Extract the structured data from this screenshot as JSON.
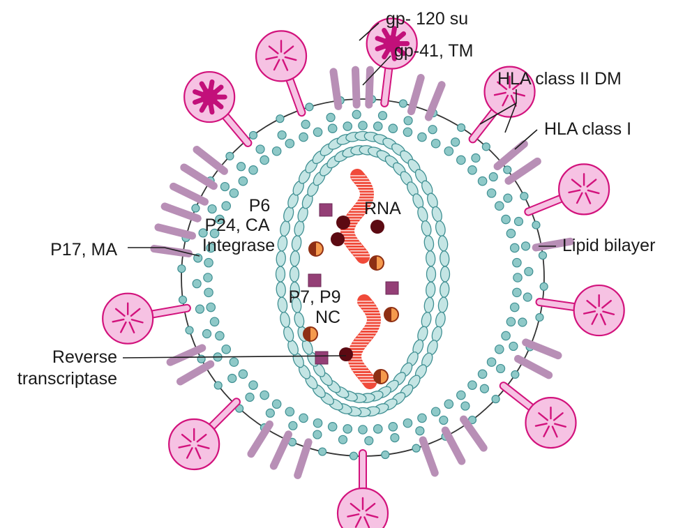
{
  "labels": {
    "gp120": "gp- 120 su",
    "gp41": "gp-41, TM",
    "hla2": "HLA class II DM",
    "hla1": "HLA class I",
    "lipid": "Lipid bilayer",
    "p6": "P6",
    "p24": "P24, CA",
    "integrase": "Integrase",
    "p17": "P17, MA",
    "rna": "RNA",
    "p7p9": "P7, P9",
    "nc": "NC",
    "reverse": "Reverse",
    "transcriptase": "transcriptase"
  },
  "colors": {
    "envelope_line": "#333333",
    "bead_fill": "#8fc9c8",
    "bead_stroke": "#3f8f92",
    "capsid_fill": "#c4e5e4",
    "knob_fill": "#f6c2e3",
    "knob_stroke": "#d2127c",
    "knob_dark": "#c2107a",
    "spike_purple": "#b88fb6",
    "rna_red": "#f04a3a",
    "rt_dark": "#5c0a12",
    "protein_square": "#943f76",
    "brown_half": "#8e2f14",
    "orange_half": "#f59a4d"
  },
  "icons": {
    "gp120": "glycoprotein-knob-icon",
    "hla": "hla-spike-icon",
    "bead": "lipid-bead-icon",
    "rna": "rna-strand-icon",
    "integrase": "integrase-square-icon",
    "rt": "reverse-transcriptase-dot-icon",
    "nc": "nucleocapsid-dot-icon"
  }
}
